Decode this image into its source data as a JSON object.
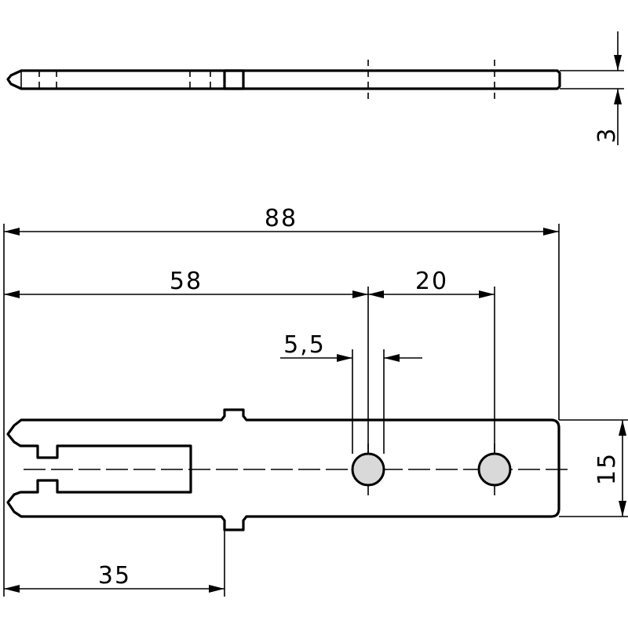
{
  "drawing": {
    "dimensions": {
      "thickness": "3",
      "overall_length": "88",
      "to_first_hole": "58",
      "hole_spacing": "20",
      "hole_diameter": "5,5",
      "width": "15",
      "slot_length": "35"
    },
    "colors": {
      "line": "#000000",
      "hole_fill": "#d9d9d9",
      "background": "#ffffff"
    }
  }
}
